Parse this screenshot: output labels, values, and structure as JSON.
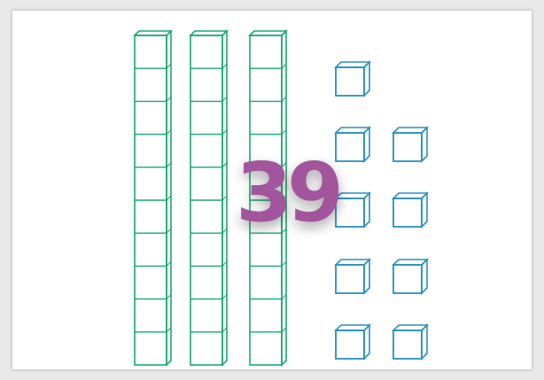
{
  "number": "39",
  "blocks": {
    "tens": 3,
    "ones": 9
  },
  "colors": {
    "tens": "#19a86e",
    "ones": "#2a8fbf",
    "number": "#a2559c"
  }
}
